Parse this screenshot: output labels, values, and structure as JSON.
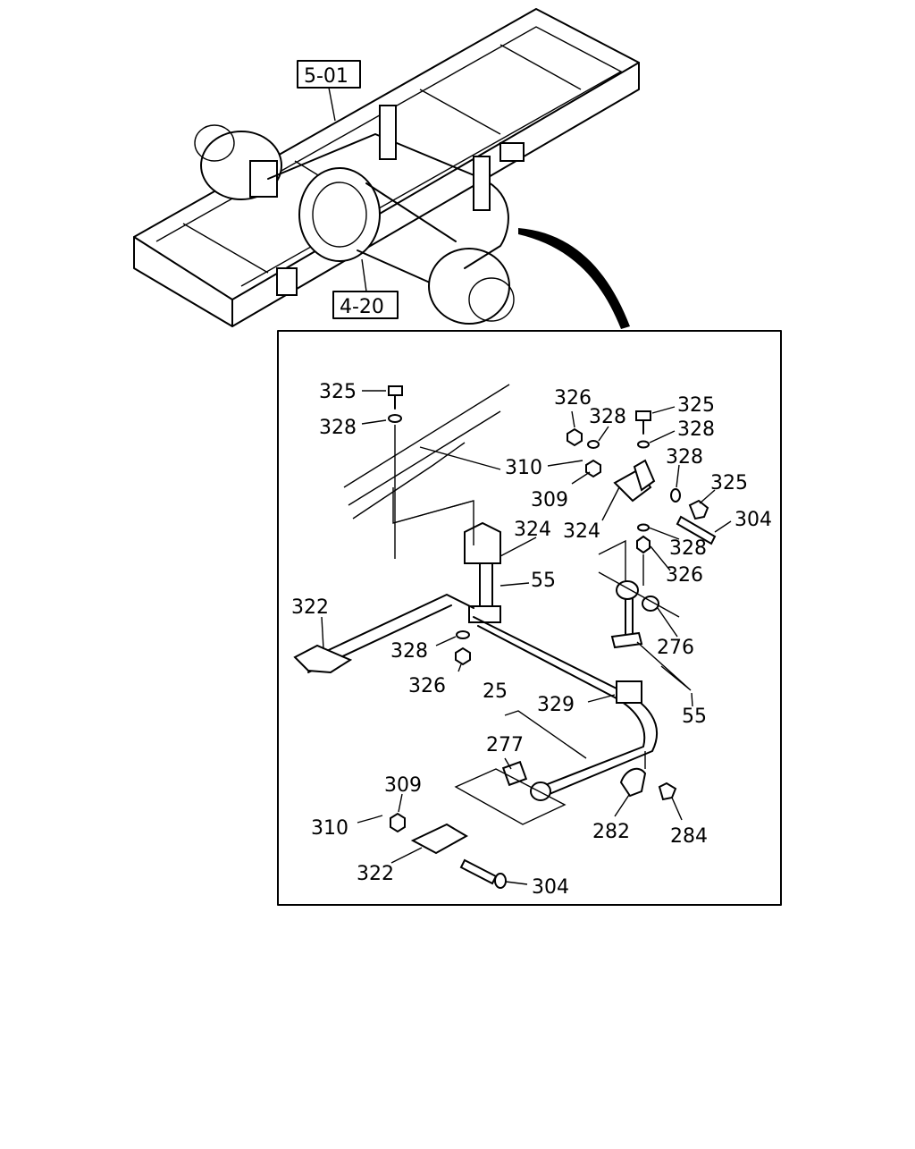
{
  "references": {
    "frame": "5-01",
    "axle": "4-20"
  },
  "callouts": {
    "c325a": "325",
    "c328a": "328",
    "c326a": "326",
    "c328b": "328",
    "c325b": "325",
    "c328c": "328",
    "c310a": "310",
    "c328d": "328",
    "c309a": "309",
    "c325c": "325",
    "c324a": "324",
    "c324b": "324",
    "c304a": "304",
    "c328e": "328",
    "c326b": "326",
    "c55a": "55",
    "c322a": "322",
    "c328f": "328",
    "c276": "276",
    "c326c": "326",
    "c25": "25",
    "c329": "329",
    "c55b": "55",
    "c277": "277",
    "c309b": "309",
    "c310b": "310",
    "c282": "282",
    "c284": "284",
    "c322b": "322",
    "c304b": "304"
  }
}
